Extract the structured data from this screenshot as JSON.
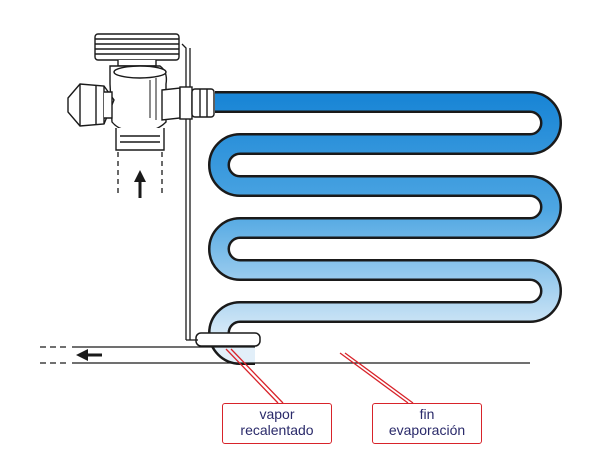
{
  "labels": {
    "vapor": {
      "line1": "vapor",
      "line2": "recalentado"
    },
    "fin": {
      "line1": "fin",
      "line2": "evaporación"
    }
  },
  "colors": {
    "tube_start": "#1a86d6",
    "tube_end": "#dbeaf7",
    "outline": "#1a1a1a",
    "callout": "#d8232a",
    "label_text": "#2a2a6a"
  },
  "icons": {
    "flow_in": "up-arrow-icon",
    "flow_out": "left-arrow-icon"
  }
}
